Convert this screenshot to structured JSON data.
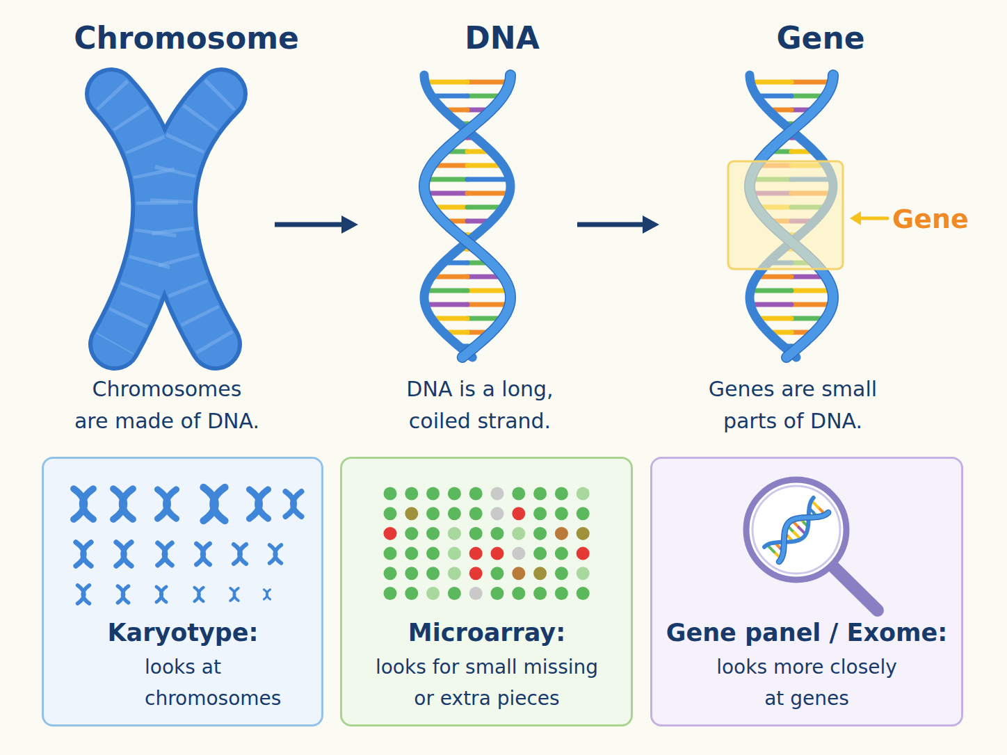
{
  "diagram": {
    "nodes": [
      {
        "text": [
          "Chromosome",
          "Chromosomes are made of DNA."
        ]
      },
      {
        "text": [
          "DNA",
          "DNA is a long, coiled strand."
        ]
      },
      {
        "text": [
          "Gene",
          "Genes are small parts of DNA."
        ]
      },
      {
        "text": [
          "Karyotype:",
          "looks at chromosomes"
        ]
      },
      {
        "text": [
          "Microarray:",
          "looks for small missing or extra pieces"
        ]
      },
      {
        "text": [
          "Gene panel / Exome:",
          "looks more closely at genes"
        ]
      }
    ],
    "edges": [
      {
        "from": 0,
        "to": 1,
        "arrow": "to"
      },
      {
        "from": 1,
        "to": 2,
        "arrow": "to"
      }
    ],
    "labels": [
      "Gene"
    ]
  }
}
